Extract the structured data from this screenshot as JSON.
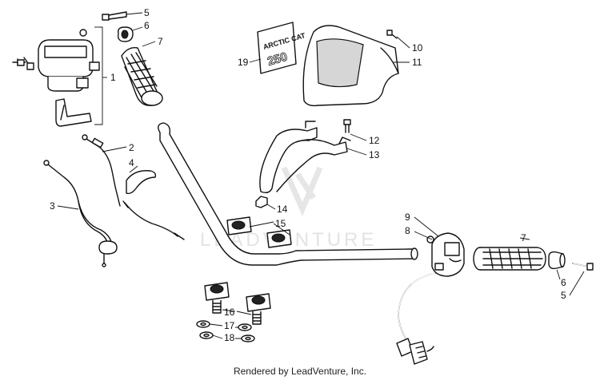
{
  "diagram": {
    "callouts": {
      "c1": "1",
      "c2": "2",
      "c3": "3",
      "c4": "4",
      "c5a": "5",
      "c6a": "6",
      "c7a": "7",
      "c5b": "5",
      "c6b": "6",
      "c7b": "7",
      "c8": "8",
      "c9": "9",
      "c10": "10",
      "c11": "11",
      "c12": "12",
      "c13": "13",
      "c14": "14",
      "c15": "15",
      "c16": "16",
      "c17": "17",
      "c18": "18",
      "c19": "19"
    },
    "decal": {
      "brand": "ARCTIC CAT",
      "model": "250"
    },
    "watermark": "LEADVENTURE"
  },
  "footer": {
    "credit": "Rendered by LeadVenture, Inc."
  }
}
